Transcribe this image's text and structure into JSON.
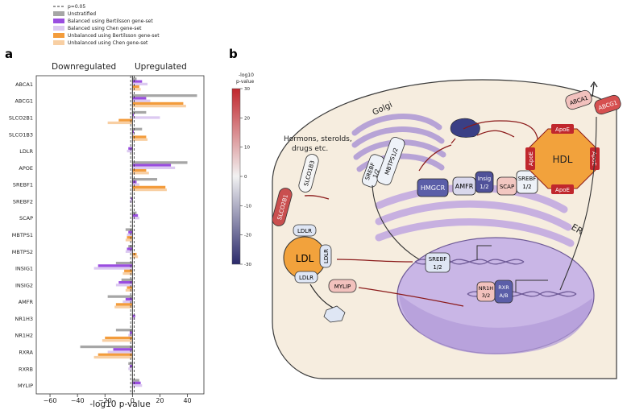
{
  "panel_a": {
    "label": "a"
  },
  "panel_b": {
    "label": "b"
  },
  "legend": {
    "dashed_label": "p=0.05",
    "entries": [
      {
        "label": "Unstratified",
        "color": "#a6a6a6"
      },
      {
        "label": "Balanced using Bertilsson gene-set",
        "color": "#9a4de0"
      },
      {
        "label": "Balanced using Chen gene-set",
        "color": "#dcc9f1"
      },
      {
        "label": "Unbalanced using Bertilsson gene-set",
        "color": "#f39c3c"
      },
      {
        "label": "Unbalanced using Chen gene-set",
        "color": "#f8cfa3"
      }
    ]
  },
  "chart_data": {
    "type": "bar",
    "orientation": "horizontal",
    "header_left": "Downregulated",
    "header_right": "Upregulated",
    "xlabel": "-log10 p-value",
    "xlim": [
      -70,
      52
    ],
    "xticks": [
      -60,
      -40,
      -20,
      0,
      20,
      40
    ],
    "xtick_labels": [
      "−60",
      "−40",
      "−20",
      "0",
      "20",
      "40"
    ],
    "threshold": 1.3,
    "categories": [
      "ABCA1",
      "ABCG1",
      "SLCO2B1",
      "SLCO1B3",
      "LDLR",
      "APOE",
      "SREBF1",
      "SREBF2",
      "SCAP",
      "MBTPS1",
      "MBTPS2",
      "INSIG1",
      "INSIG2",
      "AMFR",
      "NR1H3",
      "NR1H2",
      "RXRA",
      "RXRB",
      "MYLIP"
    ],
    "series": [
      {
        "name": "Unstratified",
        "color": "#a6a6a6",
        "values": [
          3,
          47,
          10,
          7,
          0,
          40,
          18,
          0,
          3,
          -5,
          -3,
          -12,
          -8,
          -18,
          0,
          -12,
          -38,
          -3,
          5
        ]
      },
      {
        "name": "Balanced using Bertilsson gene-set",
        "color": "#9a4de0",
        "values": [
          7,
          10,
          1,
          1,
          -3,
          28,
          3,
          -1,
          4,
          -3,
          -4,
          -25,
          -10,
          -5,
          2,
          -2,
          -14,
          -2,
          6
        ]
      },
      {
        "name": "Balanced using Chen gene-set",
        "color": "#dcc9f1",
        "values": [
          11,
          13,
          20,
          1,
          -4,
          31,
          5,
          -2,
          5,
          -4,
          -5,
          -28,
          -12,
          -7,
          2,
          -3,
          -18,
          -3,
          7
        ]
      },
      {
        "name": "Unbalanced using Bertilsson gene-set",
        "color": "#f39c3c",
        "values": [
          5,
          37,
          -10,
          10,
          0,
          10,
          24,
          0,
          0,
          -4,
          3,
          -6,
          -4,
          -12,
          0,
          -20,
          -25,
          0,
          0
        ]
      },
      {
        "name": "Unbalanced using Chen gene-set",
        "color": "#f8cfa3",
        "values": [
          6,
          39,
          -18,
          11,
          0,
          12,
          25,
          0,
          0,
          -5,
          4,
          -7,
          -5,
          -13,
          0,
          -22,
          -28,
          0,
          0
        ]
      }
    ]
  },
  "colorbar": {
    "title_line1": "-log10",
    "title_line2": "p-value",
    "ticks": [
      "30",
      "20",
      "10",
      "0",
      "-10",
      "-20",
      "-30"
    ],
    "top_color": "#c0272d",
    "mid_color": "#f2f2f2",
    "bottom_color": "#2b2a6b"
  },
  "pathway": {
    "hormones_line1": "Hormons, sterolds,",
    "hormones_line2": "drugs etc.",
    "golgi": "Golgi",
    "er": "ER",
    "slco1b3": "SLCO1B3",
    "slco2b1": "SLCO2B1",
    "srebf_golgi": "SREBF",
    "srebf_golgi_sub": "1/2",
    "mbtps": "MBTPS1/2",
    "hmgcr": "HMGCR",
    "amfr": "AMFR",
    "insig": "Insig",
    "insig_sub": "1/2",
    "scap": "SCAP",
    "srebf_er": "SREBF",
    "srebf_er_sub": "1/2",
    "hdl": "HDL",
    "apoe": "ApoE",
    "abca1": "ABCA1",
    "abcg1": "ABCG1",
    "ldl": "LDL",
    "ldlr": "LDLR",
    "mylip": "MYLIP",
    "srebf_dna": "SREBF",
    "srebf_dna_sub": "1/2",
    "nr1h": "NR1H",
    "nr1h_sub": "3/2",
    "rxr": "RXR",
    "rxr_sub": "A/B"
  }
}
